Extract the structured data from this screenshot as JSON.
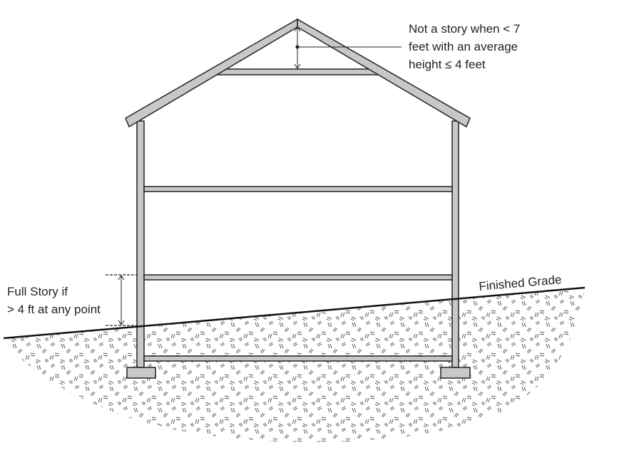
{
  "attic_note": {
    "lines": [
      "Not a story when < 7",
      "feet with an average",
      "height ≤ 4 feet"
    ]
  },
  "basement_note": {
    "lines": [
      "Full Story if",
      "> 4 ft at any point"
    ]
  },
  "grade_label": "Finished Grade",
  "colors": {
    "framing": "#c8c8c8",
    "outline": "#222222"
  }
}
